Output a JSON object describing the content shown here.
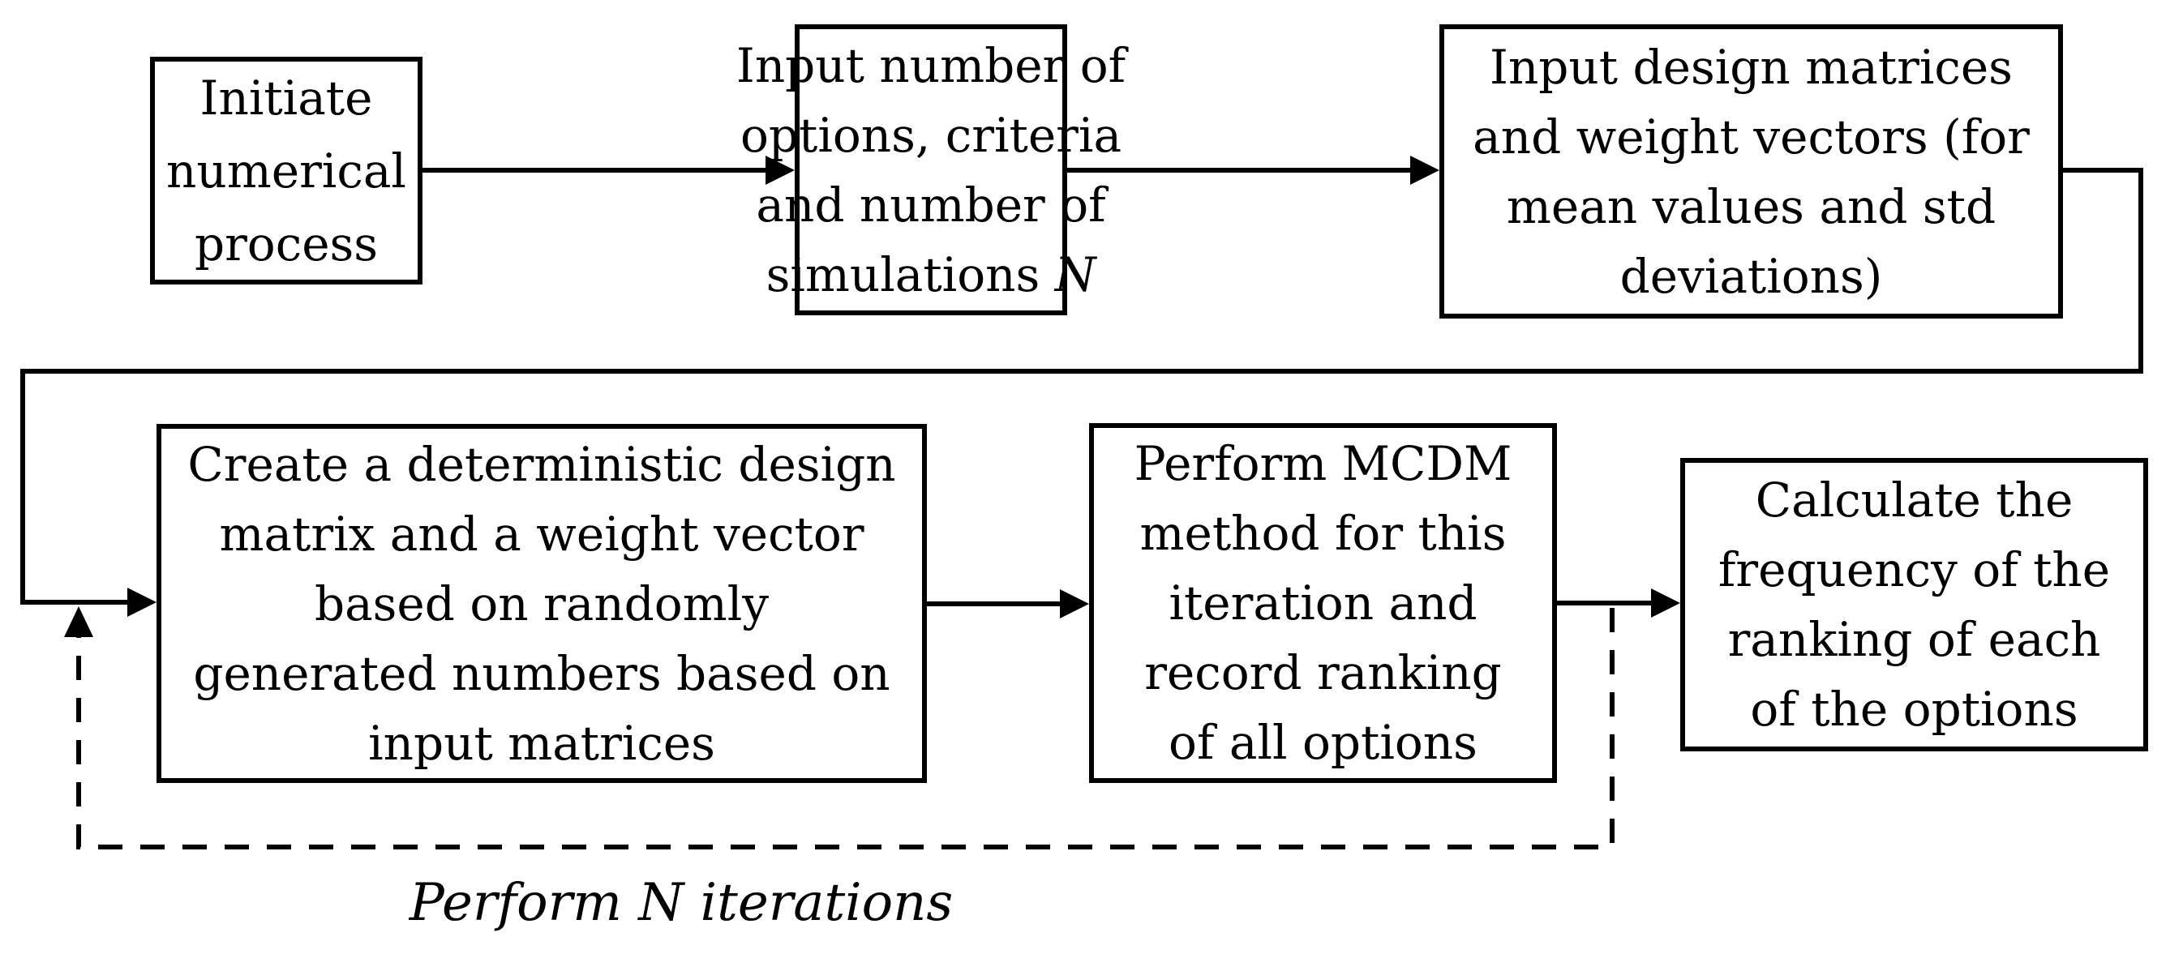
{
  "diagram": {
    "type": "flowchart",
    "colors": {
      "line": "#000000",
      "background": "#ffffff",
      "box_fill": "#ffffff",
      "text": "#000000"
    },
    "boxes": {
      "initiate": {
        "text": "Initiate numerical process",
        "lines": [
          [
            "Initiate"
          ],
          [
            "numerical"
          ],
          [
            "process"
          ]
        ]
      },
      "input_numbers": {
        "text": "Input number of options, criteria and number of simulations N",
        "lines": [
          [
            "Input number of"
          ],
          [
            "options, criteria"
          ],
          [
            "and number of"
          ],
          [
            "simulations ",
            {
              "t": "N",
              "italic": true
            }
          ]
        ]
      },
      "input_matrices": {
        "text": "Input design matrices and weight vectors (for mean values and std deviations)",
        "lines": [
          [
            "Input design matrices"
          ],
          [
            "and weight vectors (for"
          ],
          [
            "mean values and std"
          ],
          [
            "deviations)"
          ]
        ]
      },
      "create_matrix": {
        "text": "Create a deterministic design matrix and a weight vector based on randomly generated numbers based on input matrices",
        "lines": [
          [
            "Create a deterministic design"
          ],
          [
            "matrix and a weight vector"
          ],
          [
            "based on randomly"
          ],
          [
            "generated numbers based on"
          ],
          [
            "input matrices"
          ]
        ]
      },
      "perform_mcdm": {
        "text": "Perform MCDM method for this iteration and record ranking of all options",
        "lines": [
          [
            "Perform MCDM"
          ],
          [
            "method for this"
          ],
          [
            "iteration and"
          ],
          [
            "record ranking"
          ],
          [
            "of all options"
          ]
        ]
      },
      "calculate_frequency": {
        "text": "Calculate the frequency of the ranking of each of the options",
        "lines": [
          [
            "Calculate the"
          ],
          [
            "frequency of the"
          ],
          [
            "ranking of each"
          ],
          [
            "of the options"
          ]
        ]
      }
    },
    "loop_label": "Perform N iterations"
  }
}
